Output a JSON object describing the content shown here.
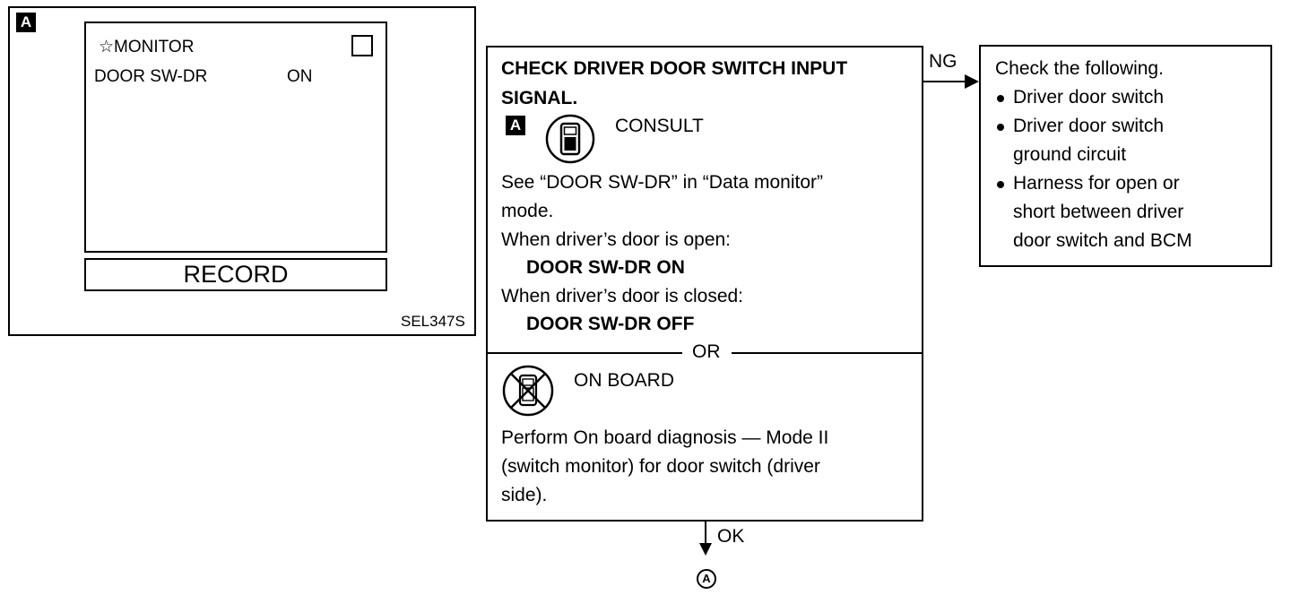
{
  "screen": {
    "tag": "A",
    "title": "MONITOR",
    "item_name": "DOOR SW-DR",
    "item_value": "ON",
    "record_button": "RECORD",
    "figure_code": "SEL347S"
  },
  "main": {
    "heading_line1": "CHECK DRIVER DOOR SWITCH INPUT",
    "heading_line2": "SIGNAL.",
    "consult_tag": "A",
    "consult_label": "CONSULT",
    "see_line1": "See “DOOR SW-DR” in “Data monitor”",
    "see_line2": "mode.",
    "when_open": "When driver’s door is open:",
    "open_value": "DOOR SW-DR ON",
    "when_closed": "When driver’s door is closed:",
    "closed_value": "DOOR SW-DR OFF",
    "or_label": "OR",
    "onboard_label": "ON BOARD",
    "perform_line1": "Perform On board diagnosis — Mode II",
    "perform_line2": "(switch monitor) for door switch (driver",
    "perform_line3": "side)."
  },
  "ng_label": "NG",
  "ok_label": "OK",
  "connector_label": "A",
  "ng_box": {
    "intro": "Check the following.",
    "bullet1": "Driver door switch",
    "bullet2_line1": "Driver door switch",
    "bullet2_line2": "ground circuit",
    "bullet3_line1": "Harness for open or",
    "bullet3_line2": "short between driver",
    "bullet3_line3": "door switch and BCM"
  }
}
